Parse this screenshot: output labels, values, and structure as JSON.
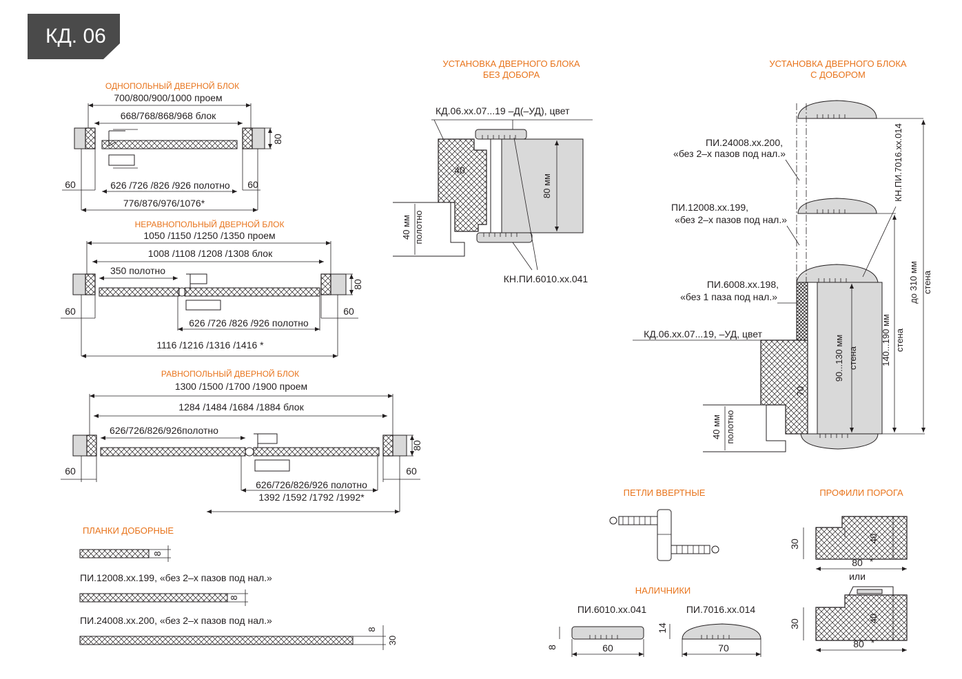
{
  "header": {
    "tab_label": "КД. 06",
    "tab_color": "#4a4a4a",
    "accent_color": "#e8741c"
  },
  "single_leaf": {
    "title": "ОДНОПОЛЬНЫЙ ДВЕРНОЙ БЛОК",
    "opening": "700/800/900/1000 проем",
    "block": "668/768/868/968 блок",
    "thickness": "80",
    "left_gap": "60",
    "right_gap": "60",
    "leaf": "626 /726 /826 /926 полотно",
    "overall": "776/876/976/1076*"
  },
  "unequal_leaf": {
    "title": "НЕРАВНОПОЛЬНЫЙ ДВЕРНОЙ БЛОК",
    "opening": "1050 /1150 /1250 /1350 проем",
    "block": "1008 /1108 /1208 /1308 блок",
    "small_leaf": "350 полотно",
    "thickness": "80",
    "left_gap": "60",
    "right_gap": "60",
    "leaf": "626 /726 /826 /926 полотно",
    "overall": "1116 /1216 /1316 /1416 *"
  },
  "equal_leaf": {
    "title": "РАВНОПОЛЬНЫЙ ДВЕРНОЙ БЛОК",
    "opening": "1300 /1500 /1700 /1900 проем",
    "block": "1284 /1484 /1684 /1884 блок",
    "left_leaf": "626/726/826/926полотно",
    "thickness": "80",
    "left_gap": "60",
    "right_gap": "60",
    "right_leaf": "626/726/826/926 полотно",
    "overall": "1392 /1592 /1792 /1992*"
  },
  "extension_strips": {
    "title": "ПЛАНКИ ДОБОРНЫЕ",
    "strip1_dim": "8",
    "strip2_label": "ПИ.12008.xx.199, «без 2–х пазов под нал.»",
    "strip2_dim": "8",
    "strip3_label": "ПИ.24008.xx.200, «без 2–х пазов под нал.»",
    "strip3_dim_a": "8",
    "strip3_dim_b": "30"
  },
  "install_no_ext": {
    "title_line1": "УСТАНОВКА ДВЕРНОГО БЛОКА",
    "title_line2": "БЕЗ ДОБОРА",
    "frame_label": "КД.06.xx.07...19 –Д(–УД), цвет",
    "dim_40": "40",
    "dim_80mm": "80 мм",
    "wall_40mm": "40 мм",
    "wall_leaf": "полотно",
    "trim_label": "КН.ПИ.6010.xx.041"
  },
  "install_with_ext": {
    "title_line1": "УСТАНОВКА ДВЕРНОГО БЛОКА",
    "title_line2": "С ДОБОРОМ",
    "ext200_line1": "ПИ.24008.xx.200,",
    "ext200_line2": "«без 2–х пазов под нал.»",
    "ext199_line1": "ПИ.12008.xx.199,",
    "ext199_line2": "«без 2–х пазов под нал.»",
    "ext198_line1": "ПИ.6008.xx.198,",
    "ext198_line2": "«без 1 паза под нал.»",
    "frame_label": "КД.06.xx.07...19, –УД, цвет",
    "trim_label": "КН.ПИ.7016.xx.014",
    "wall_310": "до 310 мм",
    "wall_310_b": "стена",
    "wall_190": "140...190 мм",
    "wall_190_b": "стена",
    "wall_130": "90...130 мм",
    "wall_130_b": "стена",
    "dim_70": "70",
    "wall_40mm": "40 мм",
    "wall_leaf": "полотно"
  },
  "hinges": {
    "title": "ПЕТЛИ ВВЕРТНЫЕ"
  },
  "threshold": {
    "title": "ПРОФИЛИ ПОРОГА",
    "p1_h": "30",
    "p1_w": "80",
    "p1_star": "*",
    "p1_d": "40",
    "or": "или",
    "p2_h": "30",
    "p2_w": "80",
    "p2_star": "*",
    "p2_d": "40"
  },
  "casings": {
    "title": "НАЛИЧНИКИ",
    "c1_label": "ПИ.6010.xx.041",
    "c1_h": "8",
    "c1_w": "60",
    "c2_label": "ПИ.7016.xx.014",
    "c2_h": "14",
    "c2_w": "70"
  }
}
